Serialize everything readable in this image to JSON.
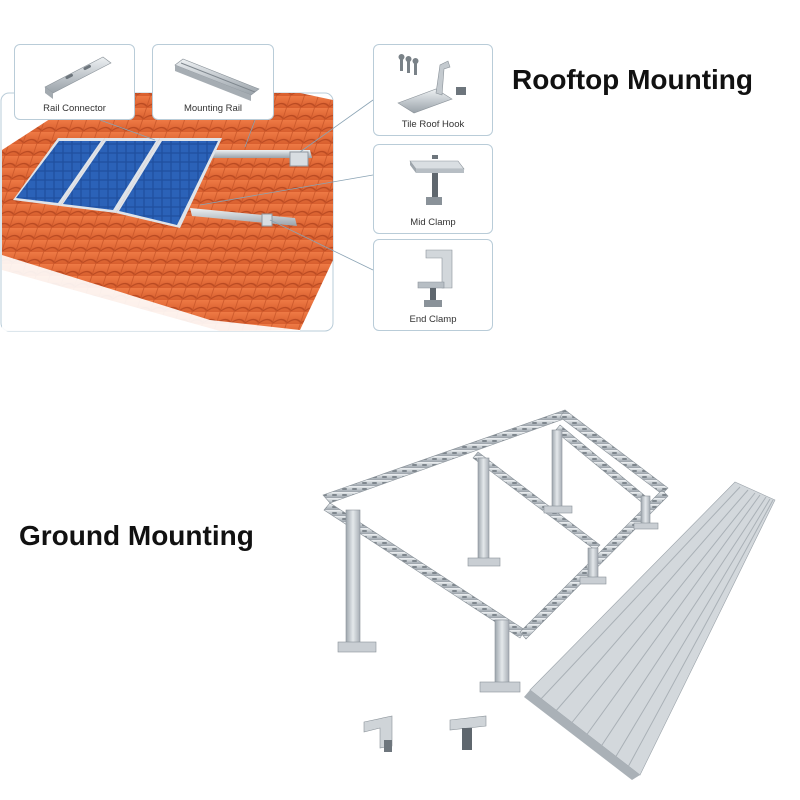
{
  "rooftop": {
    "heading": "Rooftop Mounting",
    "callouts": {
      "rail_connector": "Rail Connector",
      "mounting_rail": "Mounting Rail",
      "tile_roof_hook": "Tile Roof Hook",
      "mid_clamp": "Mid Clamp",
      "end_clamp": "End Clamp"
    }
  },
  "ground": {
    "heading": "Ground Mounting"
  },
  "colors": {
    "roof_tile": "#e2693a",
    "roof_tile_dark": "#b94a22",
    "panel_cell": "#1f4f9e",
    "panel_frame": "#dfe4ea",
    "aluminum": "#c9ced3",
    "callout_border": "#b9ccd8",
    "heading_text": "#111111"
  }
}
